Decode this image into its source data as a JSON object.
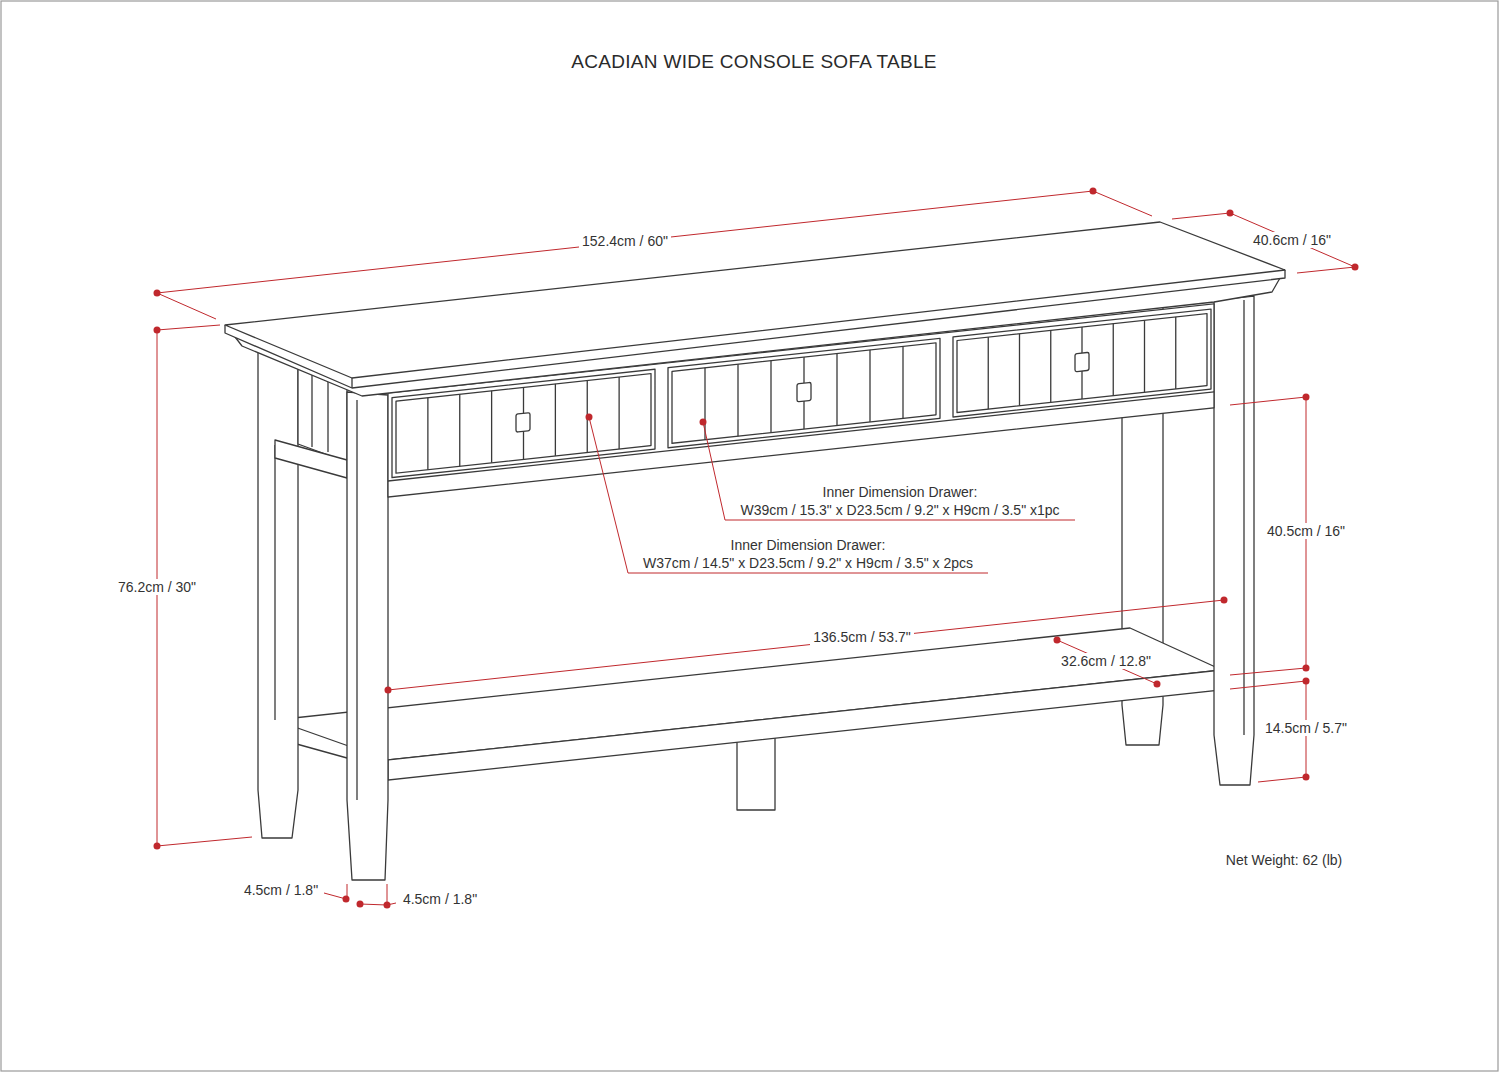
{
  "diagram": {
    "title": "ACADIAN WIDE CONSOLE SOFA TABLE",
    "labels": [
      "152.4cm / 60\"",
      "40.6cm / 16\"",
      "76.2cm / 30\"",
      "Inner Dimension Drawer:",
      "W39cm / 15.3\" x D23.5cm / 9.2\" x H9cm / 3.5\" x1pc",
      "40.5cm / 16\"",
      "Inner Dimension Drawer:",
      "W37cm / 14.5\" x D23.5cm / 9.2\" x H9cm / 3.5\" x 2pcs",
      "136.5cm / 53.7\"",
      "32.6cm / 12.8\"",
      "14.5cm / 5.7\"",
      "4.5cm / 1.8\"",
      "4.5cm / 1.8\"",
      "Net Weight: 62 (lb)"
    ]
  }
}
